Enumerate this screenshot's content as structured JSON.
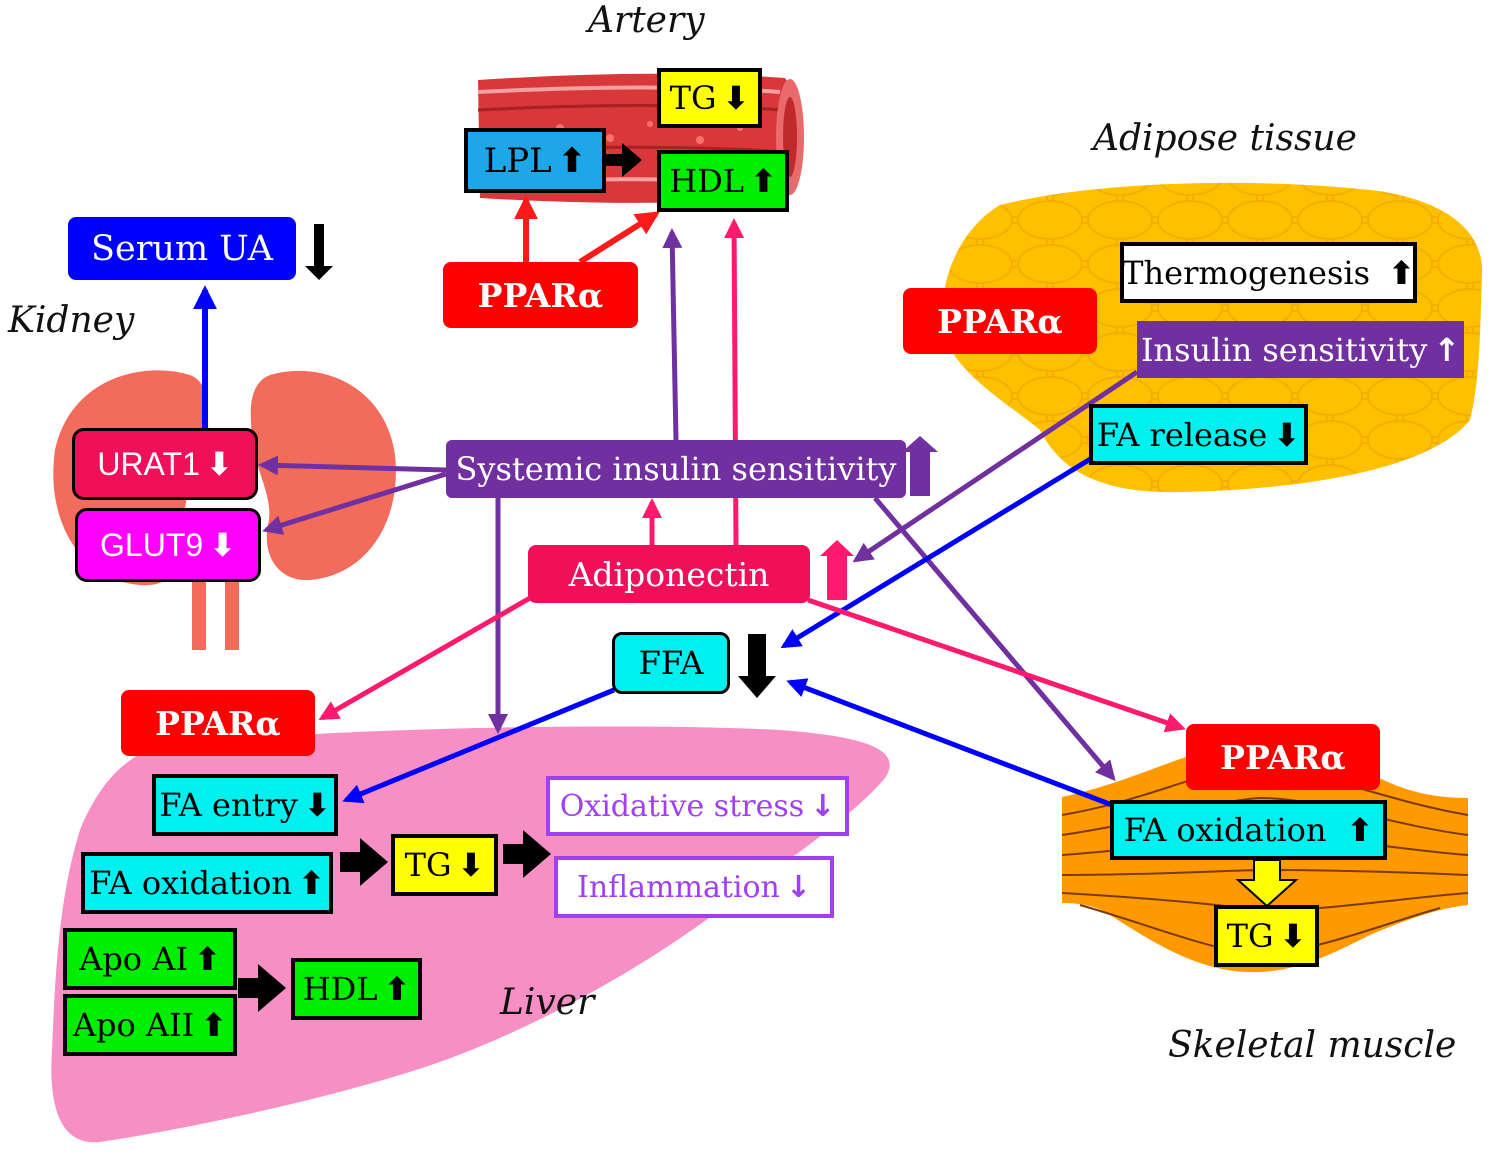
{
  "colors": {
    "ppar": "#ff0000",
    "cyan": "#00f0f0",
    "yellow": "#ffff00",
    "green": "#00ee00",
    "blue": "#0000ff",
    "purple": "#7030a0",
    "pink": "#ff1a6e",
    "magenta": "#ff00ff",
    "liver": "#f78fc4",
    "adipose": "#ffc000",
    "muscle": "#ff9900",
    "kidney": "#f26b5b",
    "artery": "#d9383a"
  },
  "regions": {
    "artery": "Artery",
    "adipose": "Adipose tissue",
    "kidney": "Kidney",
    "liver": "Liver",
    "muscle": "Skeletal muscle"
  },
  "arrows": {
    "up": "⬆",
    "down": "⬇",
    "up_thin": "↑",
    "down_thin": "↓"
  },
  "artery": {
    "tg": "TG",
    "lpl": "LPL",
    "hdl": "HDL",
    "ppar": "PPARα"
  },
  "kidney": {
    "serum_ua": "Serum UA",
    "urat1": "URAT1",
    "glut9": "GLUT9"
  },
  "adipose": {
    "ppar": "PPARα",
    "thermogenesis": "Thermogenesis",
    "insulin_sensitivity": "Insulin sensitivity",
    "fa_release": "FA release"
  },
  "center": {
    "systemic": "Systemic insulin sensitivity",
    "adiponectin": "Adiponectin",
    "ffa": "FFA"
  },
  "liver": {
    "ppar": "PPARα",
    "fa_entry": "FA entry",
    "fa_oxidation": "FA oxidation",
    "tg": "TG",
    "oxidative_stress": "Oxidative stress",
    "inflammation": "Inflammation",
    "apo_ai": "Apo AI",
    "apo_aii": "Apo AII",
    "hdl": "HDL"
  },
  "muscle": {
    "ppar": "PPARα",
    "fa_oxidation": "FA oxidation",
    "tg": "TG"
  }
}
